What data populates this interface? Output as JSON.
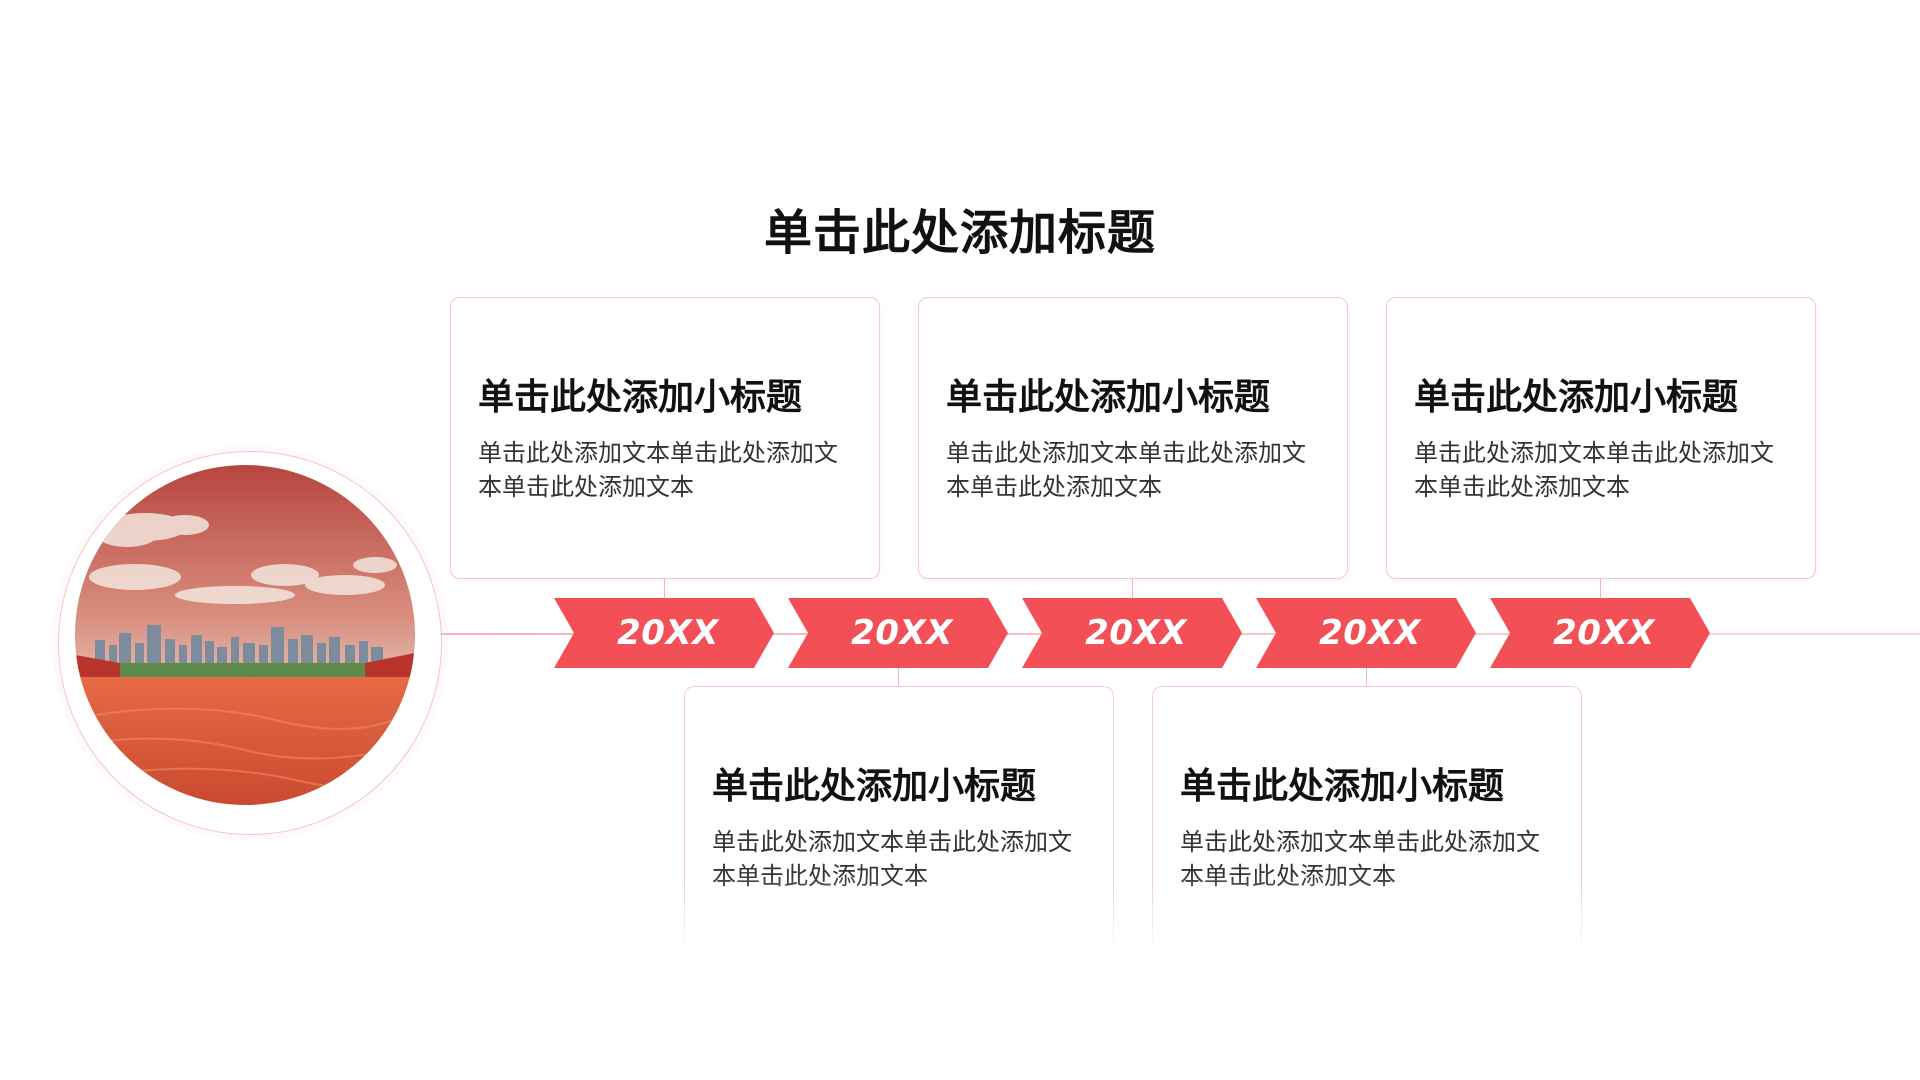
{
  "title": "单击此处添加标题",
  "timeline": {
    "years": [
      "20XX",
      "20XX",
      "20XX",
      "20XX",
      "20XX"
    ]
  },
  "cards": [
    {
      "subtitle": "单击此处添加小标题",
      "text": "单击此处添加文本单击此处添加文本单击此处添加文本"
    },
    {
      "subtitle": "单击此处添加小标题",
      "text": "单击此处添加文本单击此处添加文本单击此处添加文本"
    },
    {
      "subtitle": "单击此处添加小标题",
      "text": "单击此处添加文本单击此处添加文本单击此处添加文本"
    },
    {
      "subtitle": "单击此处添加小标题",
      "text": "单击此处添加文本单击此处添加文本单击此处添加文本"
    },
    {
      "subtitle": "单击此处添加小标题",
      "text": "单击此处添加文本单击此处添加文本单击此处添加文本"
    }
  ],
  "colors": {
    "accent": "#f24f56",
    "card_border": "#f3c9cb",
    "line": "#f6b3b7"
  }
}
